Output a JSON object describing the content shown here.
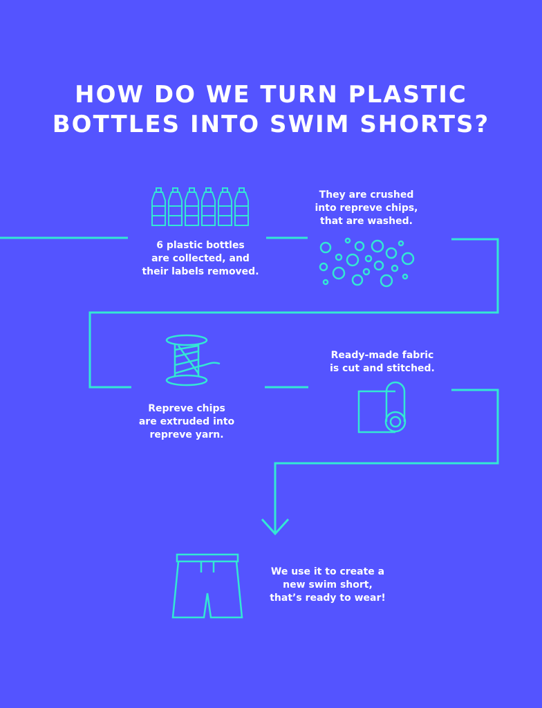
{
  "title": {
    "line1": "HOW DO WE TURN PLASTIC",
    "line2": "BOTTLES INTO SWIM SHORTS?"
  },
  "colors": {
    "background": "#5454ff",
    "accent": "#33e8d4",
    "text": "#ffffff"
  },
  "steps": [
    {
      "icon": "plastic-bottles-icon",
      "lines": [
        "6 plastic bottles",
        "are collected, and",
        "their labels removed."
      ]
    },
    {
      "icon": "chips-icon",
      "lines": [
        "They are crushed",
        "into repreve chips,",
        "that are washed."
      ]
    },
    {
      "icon": "yarn-spool-icon",
      "lines": [
        "Repreve chips",
        "are extruded into",
        "repreve yarn."
      ]
    },
    {
      "icon": "fabric-roll-icon",
      "lines": [
        "Ready-made fabric",
        "is cut and stitched."
      ]
    },
    {
      "icon": "swim-shorts-icon",
      "lines": [
        "We use it to create a",
        "new swim short,",
        "that’s ready to wear!"
      ]
    }
  ]
}
